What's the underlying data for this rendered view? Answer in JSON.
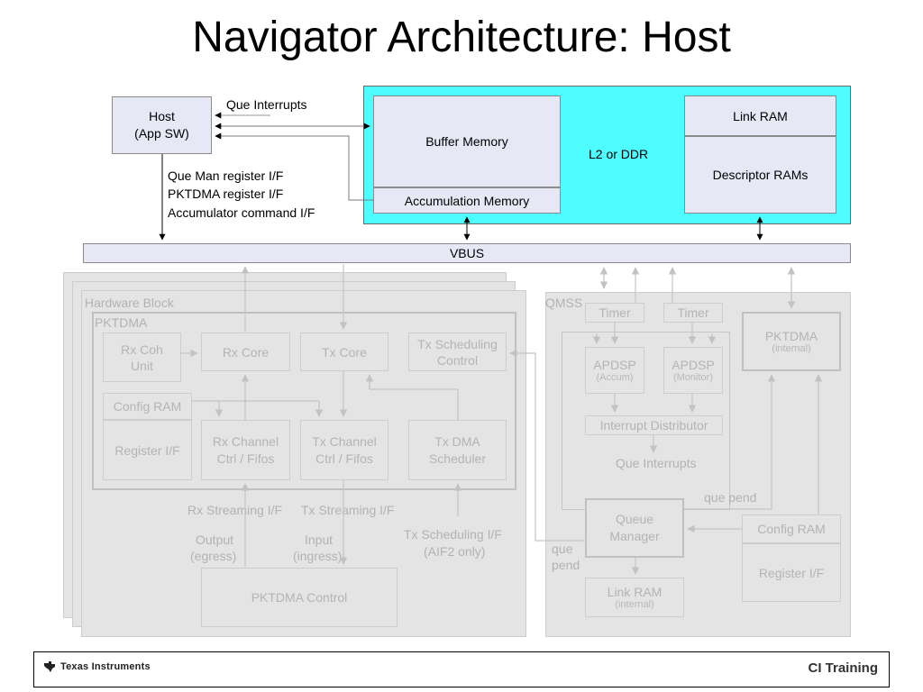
{
  "title": "Navigator Architecture: Host",
  "host": {
    "line1": "Host",
    "line2": "(App SW)"
  },
  "labels": {
    "que_interrupts_top": "Que Interrupts",
    "host_if_1": "Que Man register I/F",
    "host_if_2": "PKTDMA register I/F",
    "host_if_3": "Accumulator command I/F"
  },
  "memory": {
    "buffer_memory": "Buffer Memory",
    "accumulation_memory": "Accumulation Memory",
    "l2_ddr": "L2 or DDR",
    "link_ram": "Link RAM",
    "descriptor_rams": "Descriptor RAMs"
  },
  "vbus": "VBUS",
  "hardware_block": {
    "title": "Hardware Block",
    "pktdma": "PKTDMA",
    "rx_coh": "Rx Coh Unit",
    "rx_core": "Rx Core",
    "tx_core": "Tx Core",
    "tx_sched_ctrl": "Tx Scheduling Control",
    "config_ram": "Config RAM",
    "register_if": "Register I/F",
    "rx_channel": "Rx Channel Ctrl / Fifos",
    "tx_channel": "Tx Channel Ctrl / Fifos",
    "tx_dma": "Tx DMA Scheduler",
    "rx_streaming": "Rx Streaming I/F",
    "tx_streaming": "Tx Streaming I/F",
    "output_1": "Output",
    "output_2": "(egress)",
    "input_1": "Input",
    "input_2": "(ingress)",
    "tx_sched_if_1": "Tx Scheduling I/F",
    "tx_sched_if_2": "(AIF2 only)",
    "pktdma_control": "PKTDMA Control"
  },
  "qmss": {
    "title": "QMSS",
    "timer_1": "Timer",
    "timer_2": "Timer",
    "apdsp_1": "APDSP",
    "apdsp_1_sub": "(Accum)",
    "apdsp_2": "APDSP",
    "apdsp_2_sub": "(Monitor)",
    "pktdma": "PKTDMA",
    "pktdma_sub": "(internal)",
    "interrupt_distributor": "Interrupt Distributor",
    "que_interrupts": "Que Interrupts",
    "que_pend_1": "que pend",
    "que_pend_2a": "que",
    "que_pend_2b": "pend",
    "queue_manager": "Queue Manager",
    "config_ram": "Config RAM",
    "register_if": "Register I/F",
    "link_ram": "Link RAM",
    "link_ram_sub": "(internal)"
  },
  "footer": {
    "brand": "Texas Instruments",
    "course": "CI Training"
  },
  "colors": {
    "memory_bg": "#4dfdff",
    "box_bg": "#e6e8f6",
    "grey_panel": "#e4e4e4",
    "grey_text": "#b2b2b2"
  }
}
